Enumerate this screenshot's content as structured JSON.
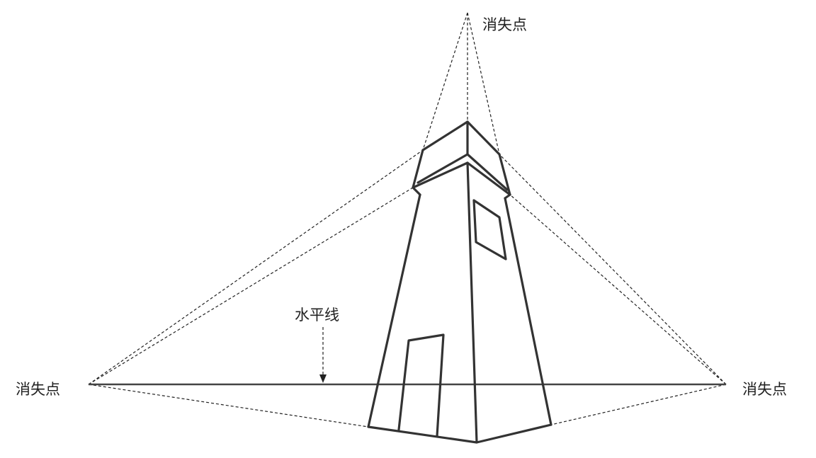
{
  "labels": {
    "vanishing_point_top": "消失点",
    "vanishing_point_left": "消失点",
    "vanishing_point_right": "消失点",
    "horizon_line": "水平线"
  },
  "colors": {
    "ink": "#333333",
    "background": "#ffffff"
  }
}
